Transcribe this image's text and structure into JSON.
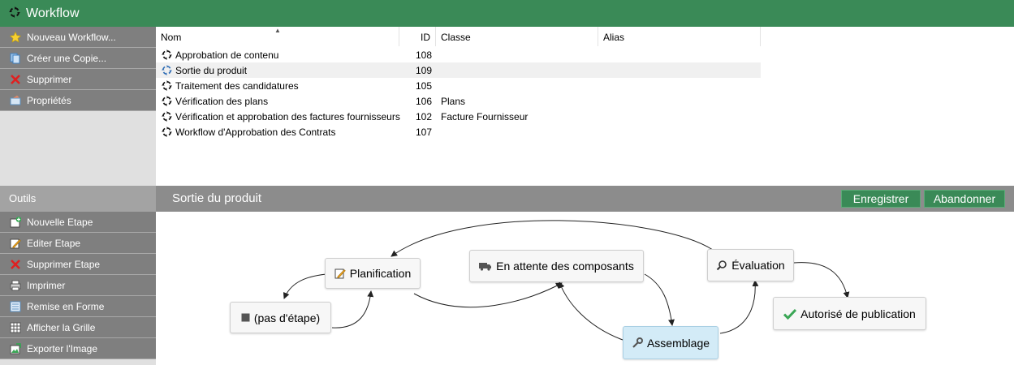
{
  "window": {
    "title": "Workflow"
  },
  "actions": [
    {
      "label": "Nouveau Workflow...",
      "icon": "star-icon"
    },
    {
      "label": "Créer une Copie...",
      "icon": "copy-icon"
    },
    {
      "label": "Supprimer",
      "icon": "delete-x-icon"
    },
    {
      "label": "Propriétés",
      "icon": "properties-icon"
    }
  ],
  "list": {
    "columns": {
      "name": "Nom",
      "id": "ID",
      "class": "Classe",
      "alias": "Alias"
    },
    "rows": [
      {
        "name": "Approbation de contenu",
        "id": "108",
        "class": ""
      },
      {
        "name": "Sortie du produit",
        "id": "109",
        "class": "",
        "selected": true
      },
      {
        "name": "Traitement des candidatures",
        "id": "105",
        "class": ""
      },
      {
        "name": "Vérification des plans",
        "id": "106",
        "class": "Plans"
      },
      {
        "name": "Vérification et approbation des factures fournisseurs",
        "id": "102",
        "class": "Facture Fournisseur"
      },
      {
        "name": "Workflow d'Approbation des Contrats",
        "id": "107",
        "class": ""
      }
    ]
  },
  "tools": {
    "title": "Outils",
    "items": [
      {
        "label": "Nouvelle Etape",
        "icon": "new-step-icon"
      },
      {
        "label": "Editer Etape",
        "icon": "edit-icon"
      },
      {
        "label": "Supprimer Etape",
        "icon": "delete-x-icon"
      },
      {
        "label": "Imprimer",
        "icon": "printer-icon"
      },
      {
        "label": "Remise en Forme",
        "icon": "layout-icon"
      },
      {
        "label": "Afficher la Grille",
        "icon": "grid-icon"
      },
      {
        "label": "Exporter l'Image",
        "icon": "export-image-icon"
      }
    ]
  },
  "canvas": {
    "title": "Sortie du produit",
    "save_label": "Enregistrer",
    "abandon_label": "Abandonner",
    "nodes": {
      "planification": "Planification",
      "attente": "En attente des composants",
      "evaluation": "Évaluation",
      "pas_etape": "(pas d'étape)",
      "assemblage": "Assemblage",
      "autorise": "Autorisé de publication"
    }
  },
  "colors": {
    "header_green": "#3a8a57",
    "sidebar_gray": "#7f7f7f",
    "active_node": "#d3ebf7"
  }
}
